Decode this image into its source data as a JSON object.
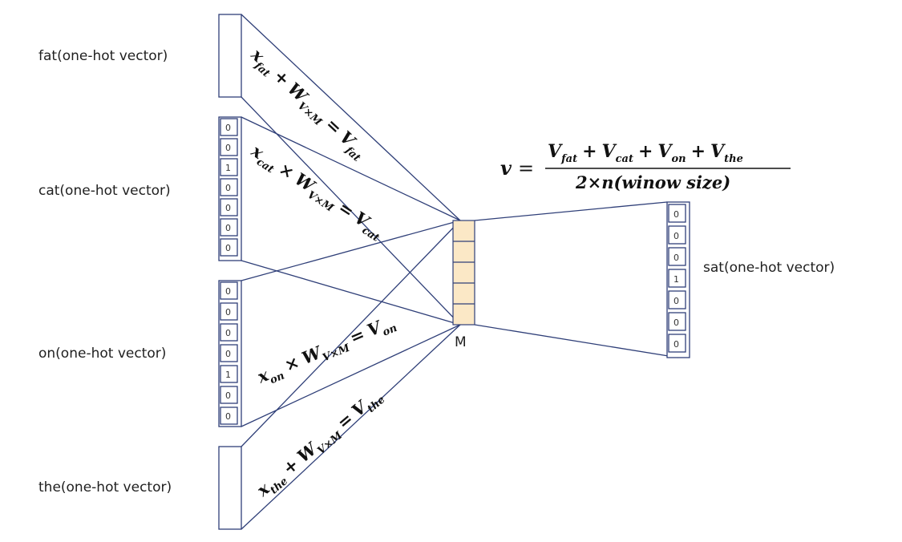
{
  "labels": {
    "fat": "fat(one-hot vector)",
    "cat": "cat(one-hot vector)",
    "on": "on(one-hot vector)",
    "the": "the(one-hot vector)",
    "sat": "sat(one-hot vector)",
    "m": "M"
  },
  "vectors": {
    "cat": [
      "0",
      "0",
      "1",
      "0",
      "0",
      "0",
      "0"
    ],
    "on": [
      "0",
      "0",
      "0",
      "0",
      "1",
      "0",
      "0"
    ],
    "sat": [
      "0",
      "0",
      "0",
      "1",
      "0",
      "0",
      "0"
    ]
  },
  "equations": {
    "fat": {
      "x": "x",
      "x_sub": "fat",
      "op": "+",
      "w": "W",
      "w_sub": "V×M",
      "eq": "=",
      "v": "V",
      "v_sub": "fat"
    },
    "cat": {
      "x": "x",
      "x_sub": "cat",
      "op": "×",
      "w": "W",
      "w_sub": "V×M",
      "eq": "=",
      "v": "V",
      "v_sub": "cat"
    },
    "on": {
      "x": "x",
      "x_sub": "on",
      "op": "×",
      "w": "W",
      "w_sub": "V×M",
      "eq": "=",
      "v": "V",
      "v_sub": "on"
    },
    "the": {
      "x": "x",
      "x_sub": "the",
      "op": "+",
      "w": "W",
      "w_sub": "V×M",
      "eq": "=",
      "v": "V",
      "v_sub": "the"
    }
  },
  "average_formula": {
    "lhs": "v",
    "eq": "=",
    "v": "V",
    "s1": "fat",
    "s2": "cat",
    "s3": "on",
    "s4": "the",
    "plus": "+",
    "denominator": "2×n(winow size)"
  }
}
